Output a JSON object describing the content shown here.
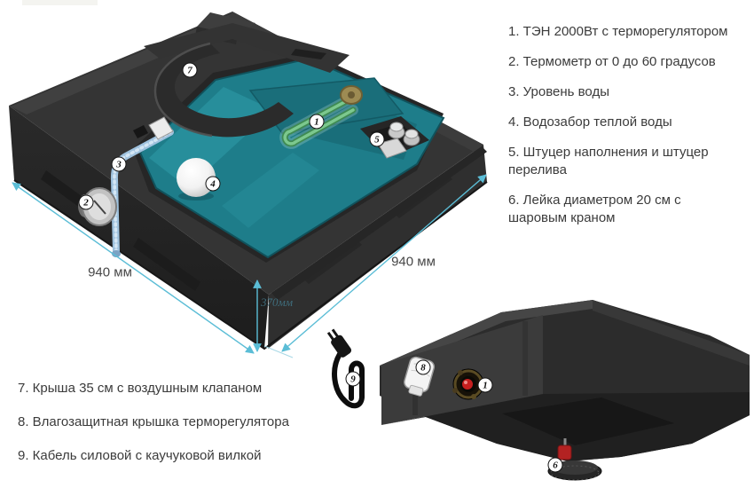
{
  "legend_right": {
    "items": [
      "1. ТЭН 2000Вт с терморегулятором",
      "2. Термометр от 0 до 60 градусов",
      "3. Уровень воды",
      "4. Водозабор теплой воды",
      "5. Штуцер наполнения и штуцер перелива",
      "6. Лейка диаметром 20 см с шаровым краном"
    ]
  },
  "legend_bottom": {
    "items": [
      "7. Крыша 35 см с воздушным клапаном",
      "8. Влагозащитная крышка терморегулятора",
      "9. Кабель силовой с каучуковой вилкой"
    ]
  },
  "diagram_top": {
    "dim_left": "940 мм",
    "dim_right": "940 мм",
    "dim_height": "370мм",
    "callouts": [
      "7",
      "1",
      "5",
      "3",
      "4",
      "2"
    ]
  },
  "diagram_bottom": {
    "callouts": [
      "9",
      "8",
      "1",
      "6"
    ]
  },
  "colors": {
    "water": "#1e7d8a",
    "tank_dark": "#2e2e2e",
    "dimension_line": "#5bbdd6",
    "red_button": "#c61f1f",
    "level_tube_blue": "#9fc2de",
    "heating_element_green": "#7cc88e"
  }
}
